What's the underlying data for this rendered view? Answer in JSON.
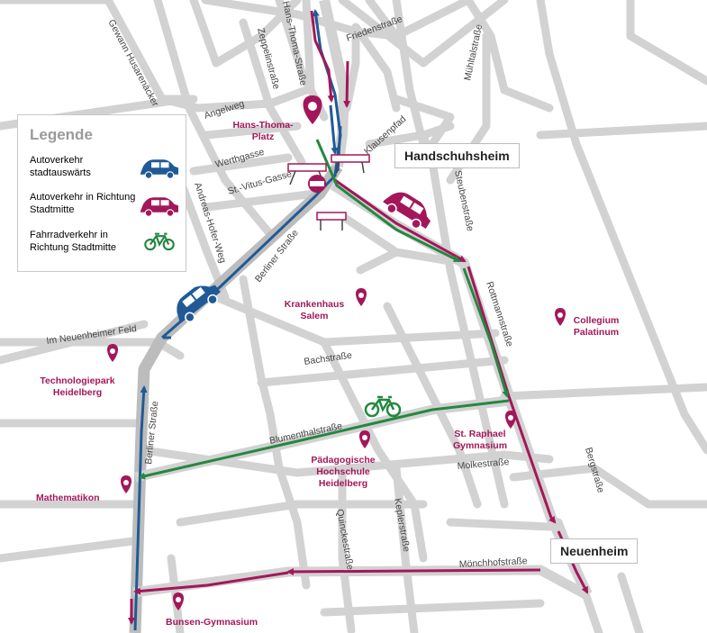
{
  "legend": {
    "title": "Legende",
    "items": [
      {
        "label": "Autoverkehr stadtauswärts",
        "color": "#1f5a96",
        "icon": "car-icon"
      },
      {
        "label": "Autoverkehr in Richtung Stadtmitte",
        "color": "#a3175a",
        "icon": "car-icon"
      },
      {
        "label": "Fahrradverkehr in Richtung Stadtmitte",
        "color": "#23883f",
        "icon": "bicycle-icon"
      }
    ]
  },
  "districts": {
    "handschuhsheim": "Handschuhsheim",
    "neuenheim": "Neuenheim"
  },
  "pois": {
    "hans_thoma_platz": "Hans-Thoma-Platz",
    "krankenhaus_salem": "Krankenhaus Salem",
    "collegium_palatinum": "Collegium Palatinum",
    "technologiepark": "Technologiepark Heidelberg",
    "st_raphael": "St. Raphael Gymnasium",
    "paedagogische_hochschule": "Pädagogische Hochschule Heidelberg",
    "mathematikon": "Mathematikon",
    "bunsen_gymnasium": "Bunsen-Gymnasium"
  },
  "streets": {
    "hans_thoma_strasse": "Hans-Thoma-Straße",
    "friedenstrasse": "Friedenstraße",
    "zeppelinstrasse": "Zeppelinstraße",
    "gewann_husaren": "Gewann Husarenäcker",
    "muehltalstrasse": "Mühltalstraße",
    "angelweg": "Angelweg",
    "klausenpfad": "Klausenpfad",
    "werthgasse": "Werthgasse",
    "st_vitus_gasse": "St.-Vitus-Gasse",
    "andreas_hofer_weg": "Andreas-Hofer-Weg",
    "steubenstrasse": "Steubenstraße",
    "berliner_strasse": "Berliner Straße",
    "im_neuenheimer_feld": "Im Neuenheimer Feld",
    "rottmannstrasse": "Rottmannstraße",
    "bachstrasse": "Bachstraße",
    "blumenthalstrasse": "Blumenthalstraße",
    "moenchhofstrasse": "Mönchhofstraße",
    "molkestrasse": "Molkestraße",
    "quinckestrasse": "Quinckestraße",
    "keplerstrasse": "Keplerstraße",
    "bergstrasse": "Bergstraße"
  },
  "colors": {
    "outbound": "#1f5a96",
    "inbound": "#a3175a",
    "bike": "#23883f",
    "street": "#cfcfcf",
    "major_road": "#bdbdbd"
  }
}
